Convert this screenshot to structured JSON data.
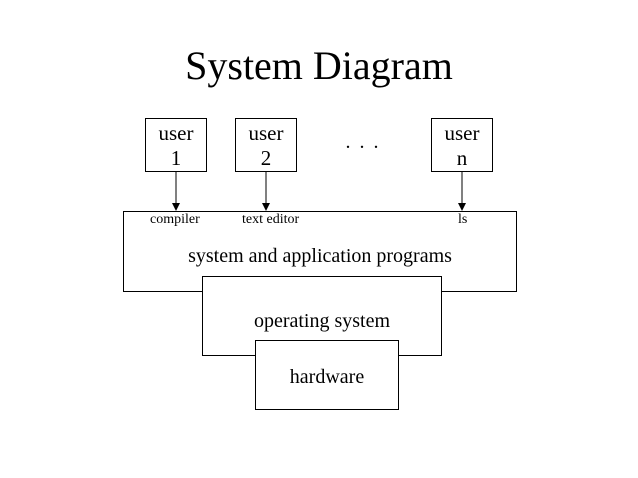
{
  "title": "System Diagram",
  "users": [
    {
      "line1": "user",
      "line2": "1"
    },
    {
      "line1": "user",
      "line2": "2"
    },
    {
      "line1": "user",
      "line2": "n"
    }
  ],
  "ellipsis": ". . .",
  "programs": {
    "compiler": "compiler",
    "text_editor": "text editor",
    "ls": "ls"
  },
  "layers": {
    "system_programs": "system and application programs",
    "operating_system": "operating system",
    "hardware": "hardware"
  },
  "colors": {
    "stroke": "#000000",
    "background": "#ffffff"
  }
}
